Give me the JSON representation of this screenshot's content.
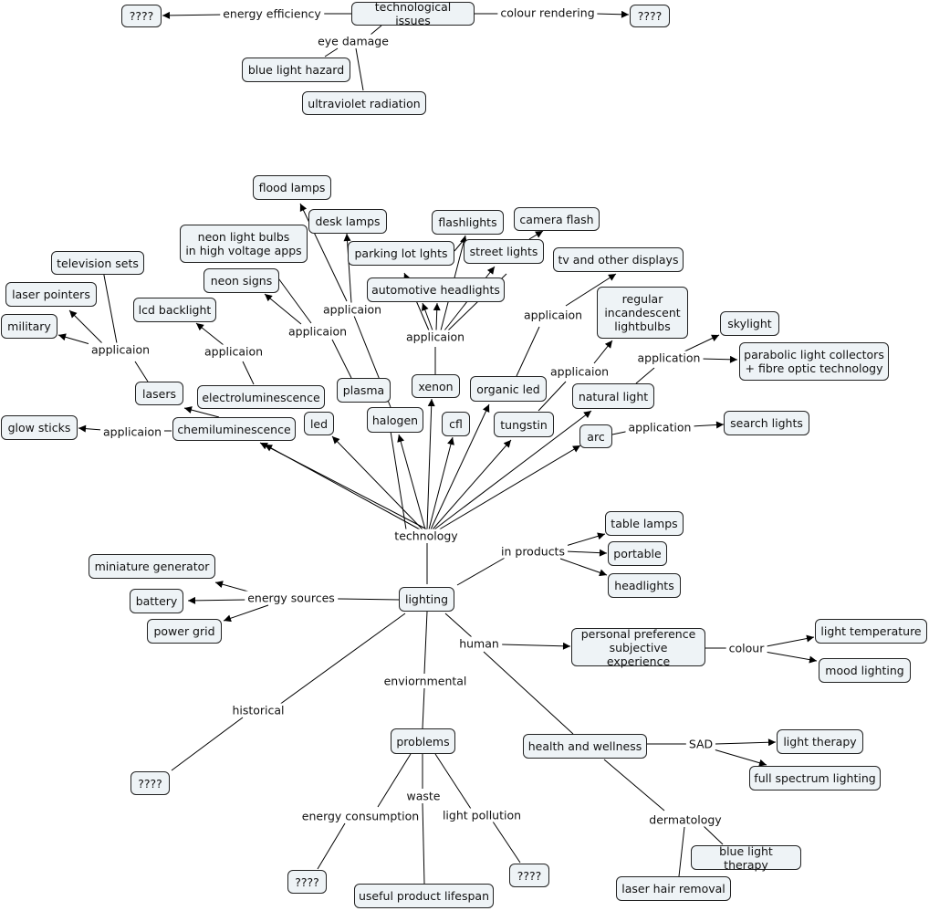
{
  "nodes": {
    "tech_issues": "technological issues",
    "q_energy": "????",
    "q_colour": "????",
    "blue_light_hazard": "blue light hazard",
    "uv": "ultraviolet radiation",
    "flood_lamps": "flood lamps",
    "desk_lamps": "desk lamps",
    "flashlights": "flashlights",
    "camera_flash": "camera flash",
    "neon_bulbs": "neon light bulbs\nin high voltage apps",
    "parking": "parking lot lghts",
    "street": "street lights",
    "tv_displays": "tv and other displays",
    "tv_sets": "television sets",
    "neon_signs": "neon signs",
    "auto_headlights": "automotive headlights",
    "regular_incandescent": "regular\nincandescent\nlightbulbs",
    "laser_pointers": "laser pointers",
    "lcd_backlight": "lcd backlight",
    "skylight": "skylight",
    "military": "military",
    "parabolic": "parabolic light collectors\n+ fibre optic technology",
    "lasers": "lasers",
    "electroluminescence": "electroluminescence",
    "plasma": "plasma",
    "xenon": "xenon",
    "organic_led": "organic led",
    "natural_light": "natural light",
    "glow_sticks": "glow sticks",
    "chemiluminescence": "chemiluminescence",
    "led": "led",
    "halogen": "halogen",
    "cfl": "cfl",
    "tungstin": "tungstin",
    "arc": "arc",
    "search_lights": "search lights",
    "table_lamps": "table lamps",
    "portable": "portable",
    "headlights": "headlights",
    "mini_generator": "miniature generator",
    "battery": "battery",
    "power_grid": "power grid",
    "lighting": "lighting",
    "personal_pref": "personal preference\nsubjective experience",
    "light_temp": "light temperature",
    "mood_lighting": "mood lighting",
    "problems": "problems",
    "health": "health and wellness",
    "light_therapy": "light therapy",
    "full_spectrum": "full spectrum lighting",
    "q_historical": "????",
    "q_consumption": "????",
    "lifespan": "useful product lifespan",
    "q_pollution": "????",
    "blue_therapy": "blue light therapy",
    "laser_hair": "laser hair removal"
  },
  "labels": {
    "energy_efficiency": "energy efficiency",
    "colour_rendering": "colour rendering",
    "eye_damage": "eye damage",
    "app_lasers": "applicaion",
    "app_electro": "applicaion",
    "app_neon": "applicaion",
    "app_halogen": "applicaion",
    "app_xenon": "applicaion",
    "app_oled": "applicaion",
    "app_tungstin": "applicaion",
    "app_natural": "application",
    "app_chemi": "applicaion",
    "app_arc": "application",
    "technology": "technology",
    "in_products": "in products",
    "energy_sources": "energy sources",
    "human": "human",
    "colour": "colour",
    "enviornmental": "enviornmental",
    "historical": "historical",
    "sad": "SAD",
    "waste": "waste",
    "energy_consumption": "energy consumption",
    "light_pollution": "light pollution",
    "dermatology": "dermatology"
  }
}
